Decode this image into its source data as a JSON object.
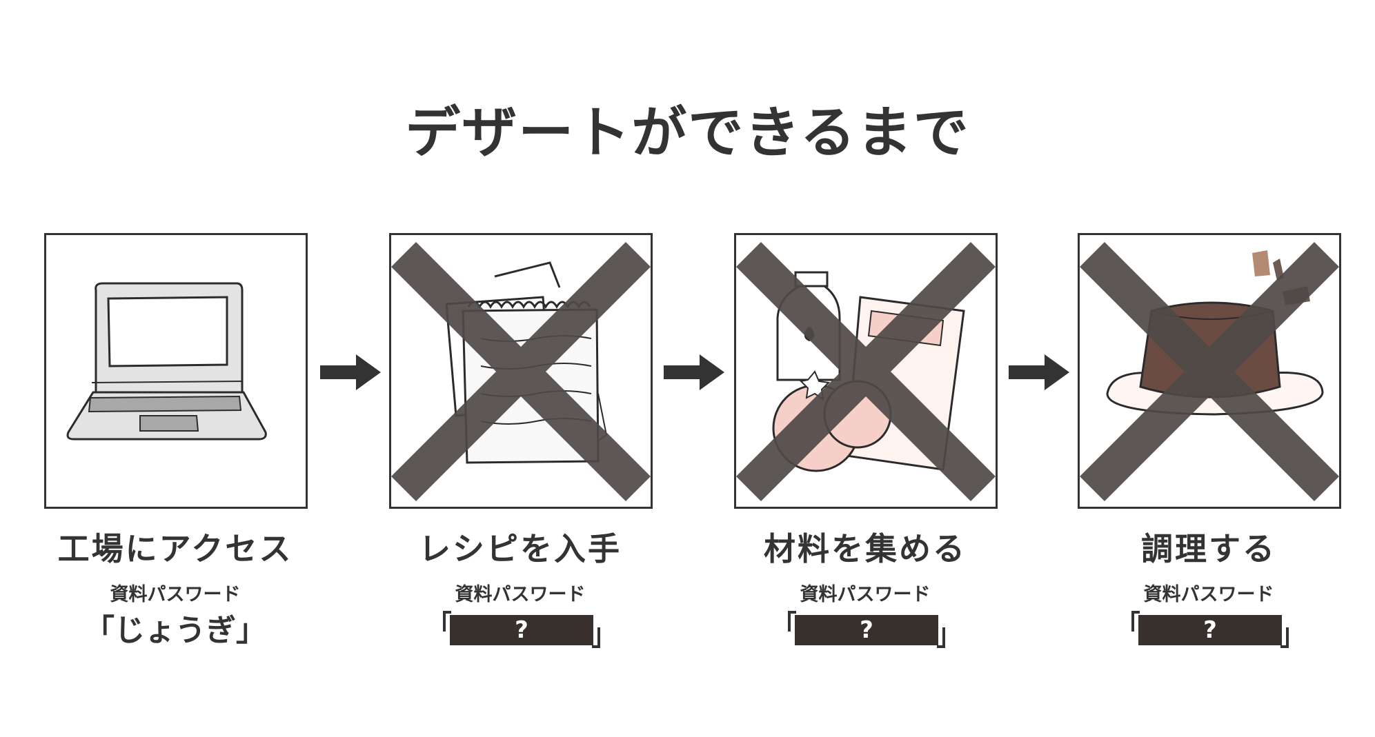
{
  "title": "デザートができるまで",
  "steps": [
    {
      "label": "工場にアクセス",
      "password_label": "資料パスワード",
      "password_value": "「じょうぎ」",
      "locked": false,
      "icon": "laptop-icon"
    },
    {
      "label": "レシピを入手",
      "password_label": "資料パスワード",
      "password_value": "?",
      "locked": true,
      "icon": "recipe-notebook-icon"
    },
    {
      "label": "材料を集める",
      "password_label": "資料パスワード",
      "password_value": "?",
      "locked": true,
      "icon": "ingredients-icon"
    },
    {
      "label": "調理する",
      "password_label": "資料パスワード",
      "password_value": "?",
      "locked": true,
      "icon": "pudding-icon"
    }
  ],
  "colors": {
    "text": "#333333",
    "cross_overlay": "#4f4a47",
    "password_mask": "#38302d",
    "accent_pink": "#f6cfc8"
  }
}
